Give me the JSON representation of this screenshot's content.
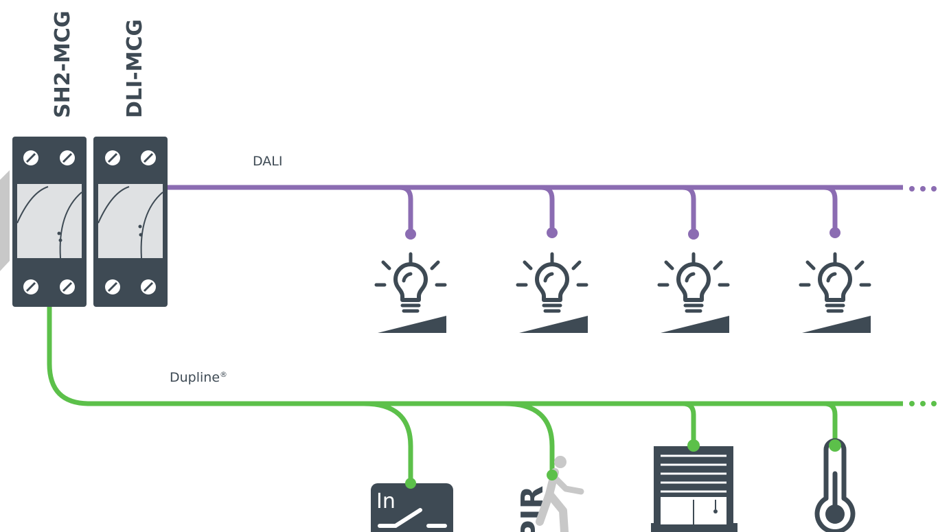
{
  "modules": [
    {
      "name": "SH2-MCG"
    },
    {
      "name": "DLI-MCG"
    }
  ],
  "buses": {
    "dali": {
      "label": "DALI",
      "color": "#8b6cb2"
    },
    "dupline": {
      "label": "Dupline",
      "trademark": "®",
      "color": "#5cc04a"
    }
  },
  "dali_devices": [
    {
      "icon": "dimmable-light-icon"
    },
    {
      "icon": "dimmable-light-icon"
    },
    {
      "icon": "dimmable-light-icon"
    },
    {
      "icon": "dimmable-light-icon"
    }
  ],
  "dupline_devices": [
    {
      "icon": "input-switch-icon",
      "text": "In"
    },
    {
      "icon": "pir-motion-sensor-icon",
      "text": "PIR"
    },
    {
      "icon": "roller-blind-icon"
    },
    {
      "icon": "thermometer-icon"
    }
  ],
  "colors": {
    "device_dark": "#3e4a54",
    "panel_light": "#dfe1e3",
    "ghost": "#c8c8c8"
  }
}
